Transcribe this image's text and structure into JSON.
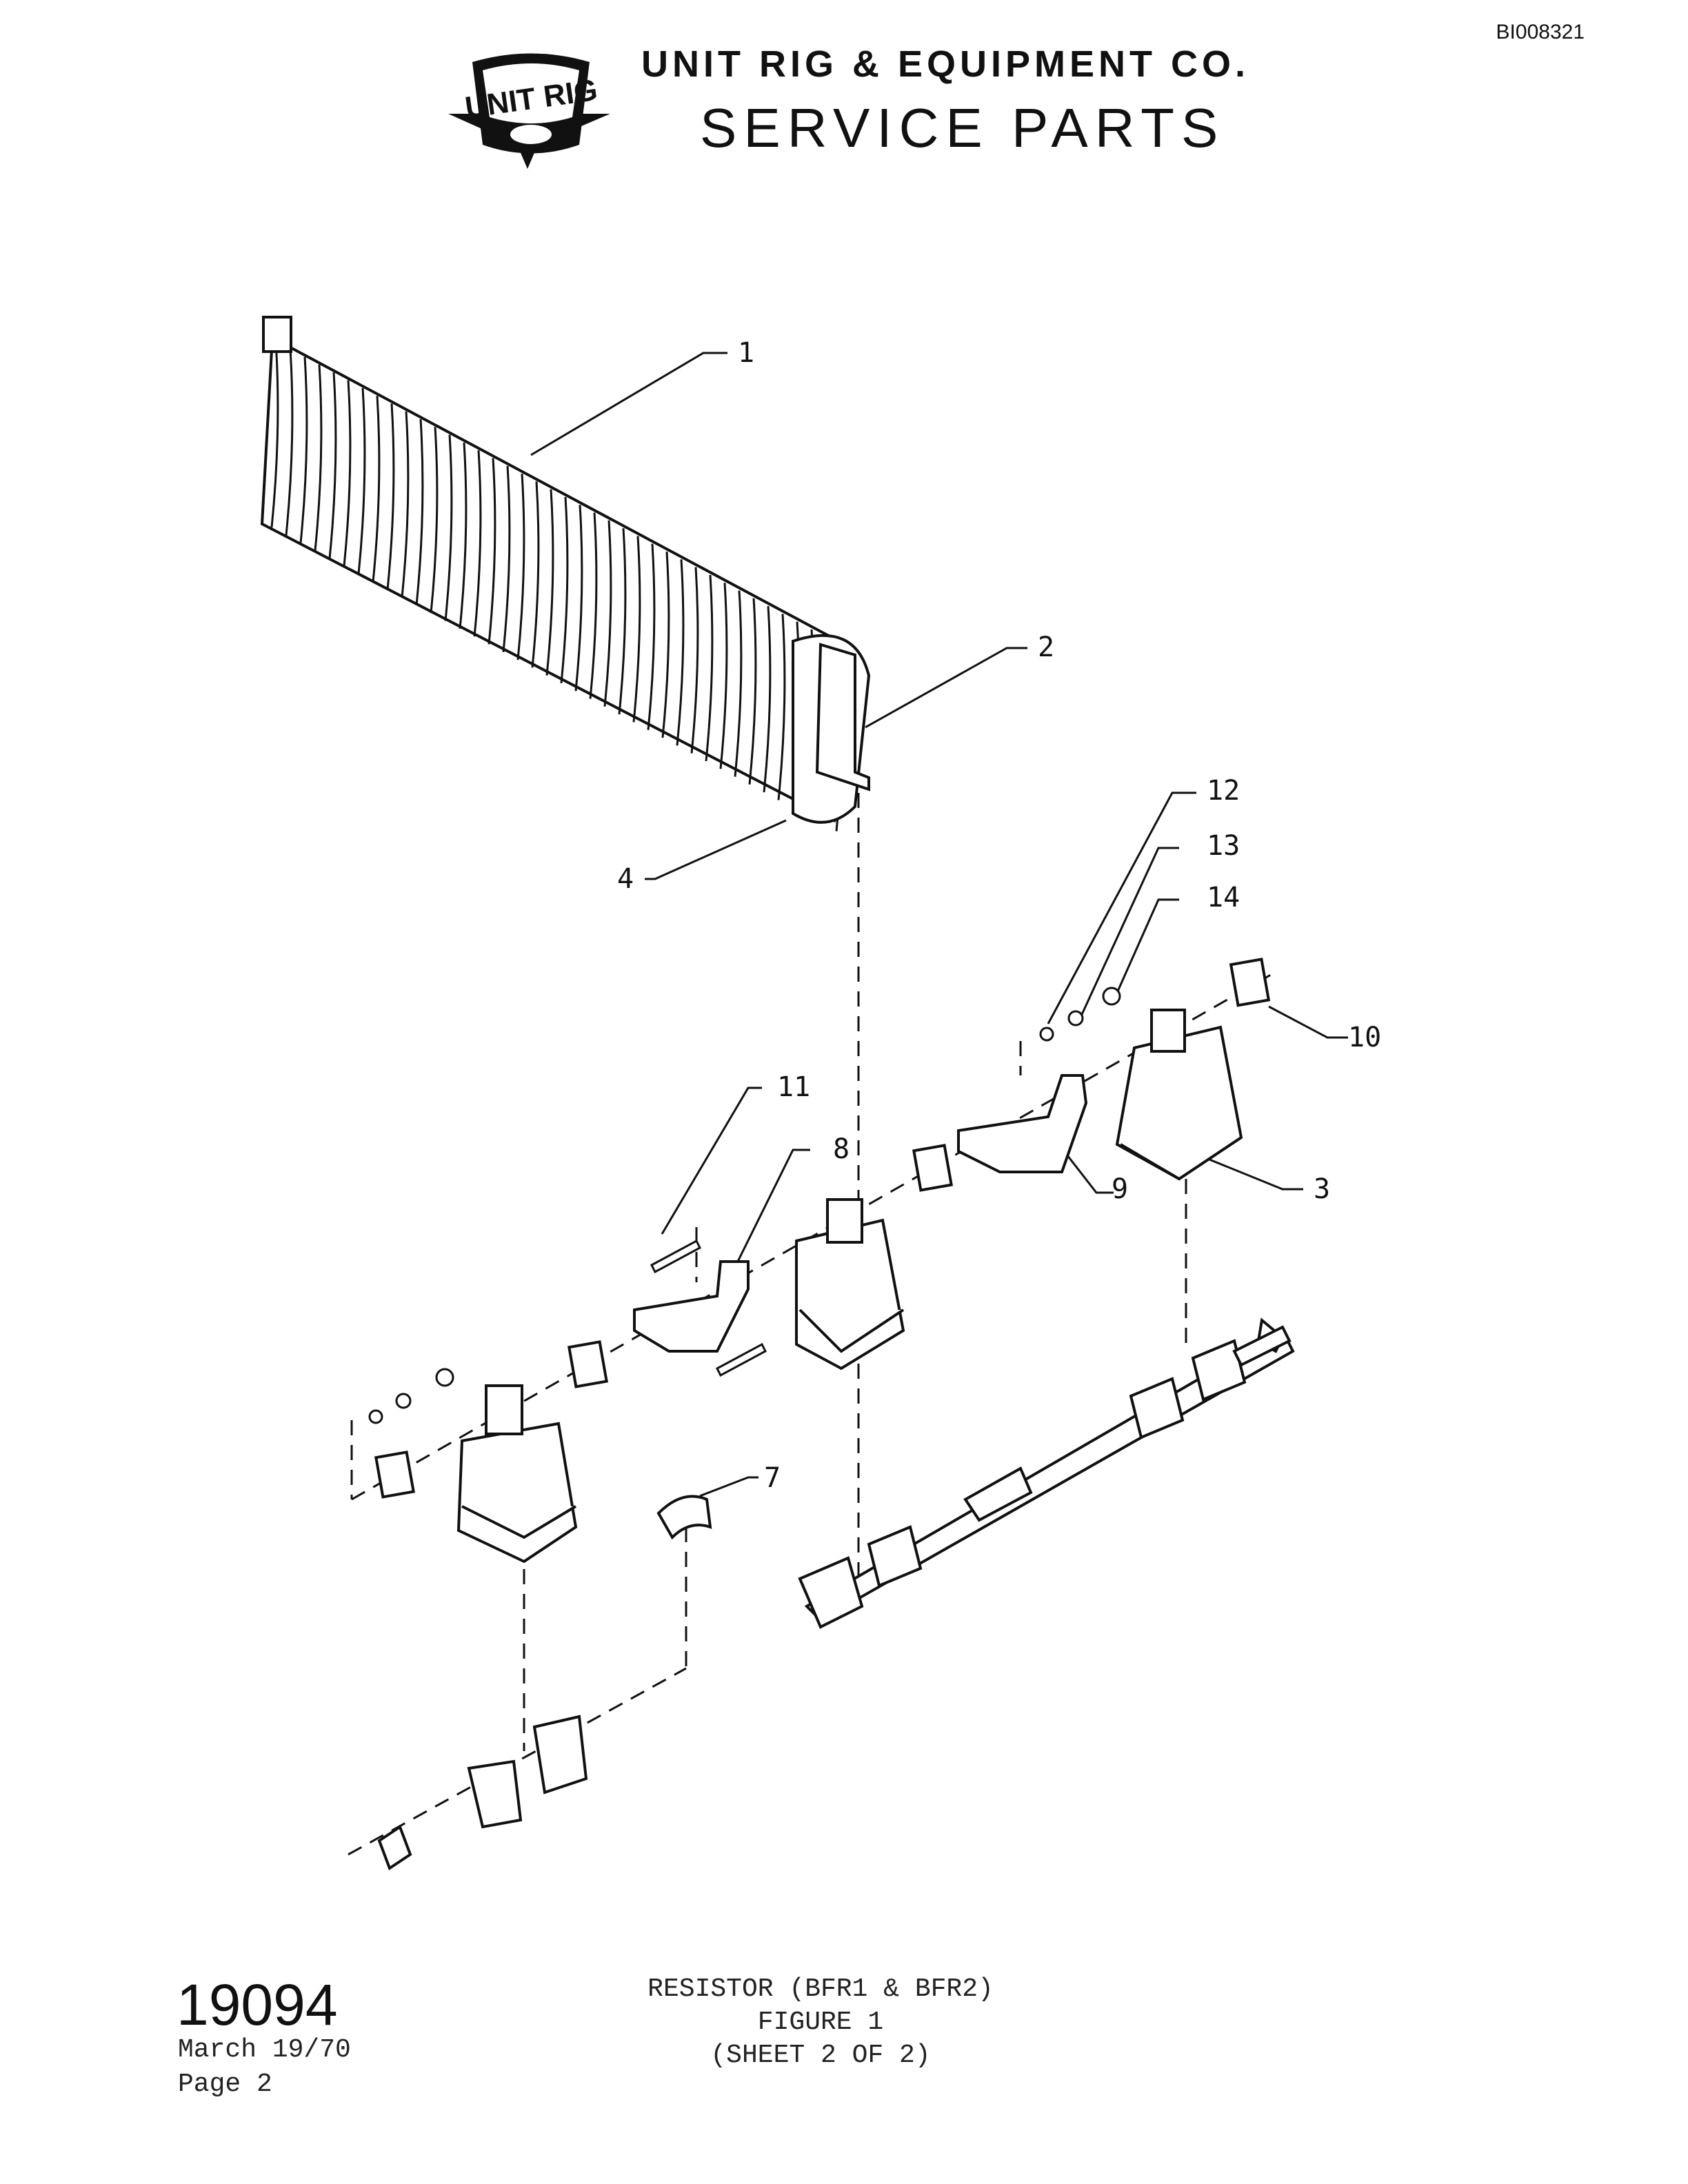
{
  "header": {
    "document_id": "BI008321",
    "logo_text": "UNIT RIG",
    "company_name": "UNIT RIG & EQUIPMENT CO.",
    "section_title": "SERVICE PARTS"
  },
  "callouts": [
    "1",
    "2",
    "3",
    "4",
    "7",
    "8",
    "9",
    "10",
    "11",
    "12",
    "13",
    "14"
  ],
  "footer": {
    "part_number": "19094",
    "date": "March 19/70",
    "page": "Page 2",
    "caption_line1": "RESISTOR (BFR1 & BFR2)",
    "caption_line2": "FIGURE 1",
    "caption_line3": "(SHEET 2 OF 2)"
  },
  "colors": {
    "ink": "#111111",
    "paper": "#ffffff"
  }
}
